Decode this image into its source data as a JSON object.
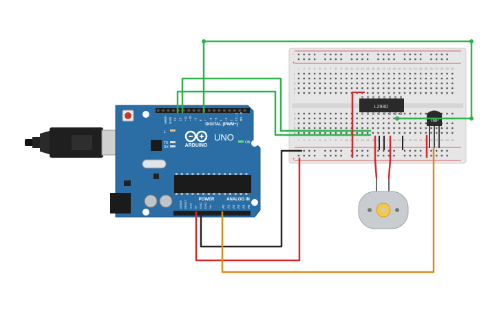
{
  "arduino": {
    "brand": "ARDUINO",
    "model": "UNO",
    "digital_header": "DIGITAL (PWM~)",
    "power_header": "POWER",
    "analog_header": "ANALOG IN",
    "on_label": "ON",
    "tx_label": "TX",
    "rx_label": "RX",
    "l_label": "L",
    "aref": "AREF",
    "gnd": "GND",
    "digital_pins": [
      "13",
      "12",
      "~11",
      "~10",
      "~9",
      "8",
      "7",
      "~6",
      "~5",
      "4",
      "~3",
      "2",
      "TX→1",
      "RX←0"
    ],
    "power_pins": [
      "IOREF",
      "RESET",
      "3.3V",
      "5V",
      "GND",
      "GND",
      "Vin"
    ],
    "analog_pins": [
      "A0",
      "A1",
      "A2",
      "A3",
      "A4",
      "A5"
    ]
  },
  "breadboard": {
    "row_letters_top": [
      "j",
      "i",
      "h",
      "g",
      "f"
    ],
    "row_letters_bottom": [
      "e",
      "d",
      "c",
      "b",
      "a"
    ],
    "columns": [
      "1",
      "2",
      "3",
      "4",
      "5",
      "6",
      "7",
      "8",
      "9",
      "10",
      "11",
      "12",
      "13",
      "14",
      "15",
      "16",
      "17",
      "18",
      "19",
      "20",
      "21",
      "22",
      "23",
      "24",
      "25",
      "26",
      "27",
      "28",
      "29",
      "30"
    ],
    "rail_plus": "+",
    "rail_minus": "-"
  },
  "ic": {
    "label": "L293D"
  },
  "sensor": {
    "label": "TMP"
  },
  "colors": {
    "board": "#2a6ea5",
    "wire_green": "#2fb24c",
    "wire_red": "#d9262b",
    "wire_orange": "#e08a1c",
    "wire_black": "#222222",
    "breadboard": "#e8e8e8"
  }
}
